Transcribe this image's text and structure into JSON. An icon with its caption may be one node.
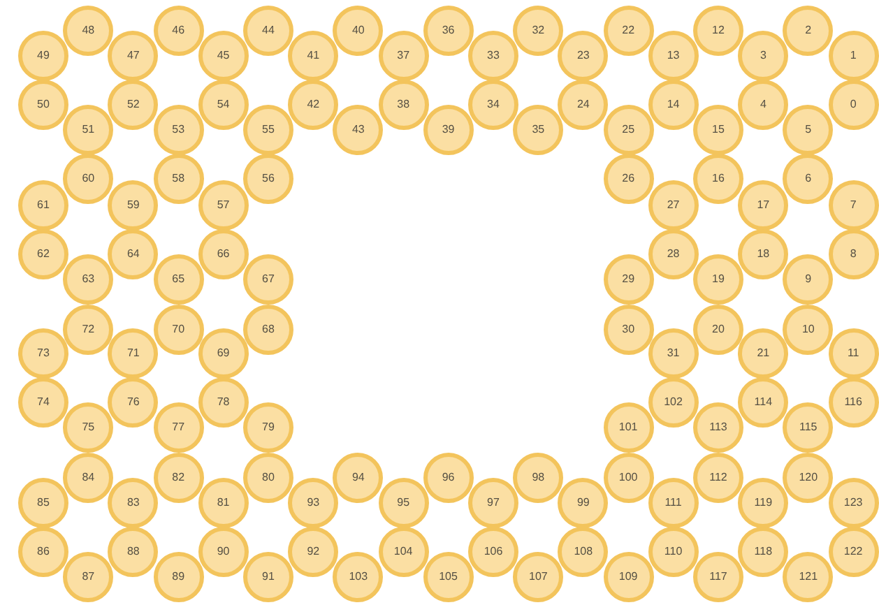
{
  "diagram": {
    "nodes": [
      {
        "text": [
          "0"
        ]
      },
      {
        "text": [
          "1"
        ]
      },
      {
        "text": [
          "2"
        ]
      },
      {
        "text": [
          "3"
        ]
      },
      {
        "text": [
          "4"
        ]
      },
      {
        "text": [
          "5"
        ]
      },
      {
        "text": [
          "6"
        ]
      },
      {
        "text": [
          "7"
        ]
      },
      {
        "text": [
          "8"
        ]
      },
      {
        "text": [
          "9"
        ]
      },
      {
        "text": [
          "10"
        ]
      },
      {
        "text": [
          "11"
        ]
      },
      {
        "text": [
          "12"
        ]
      },
      {
        "text": [
          "13"
        ]
      },
      {
        "text": [
          "14"
        ]
      },
      {
        "text": [
          "15"
        ]
      },
      {
        "text": [
          "16"
        ]
      },
      {
        "text": [
          "17"
        ]
      },
      {
        "text": [
          "18"
        ]
      },
      {
        "text": [
          "19"
        ]
      },
      {
        "text": [
          "20"
        ]
      },
      {
        "text": [
          "21"
        ]
      },
      {
        "text": [
          "22"
        ]
      },
      {
        "text": [
          "23"
        ]
      },
      {
        "text": [
          "24"
        ]
      },
      {
        "text": [
          "25"
        ]
      },
      {
        "text": [
          "26"
        ]
      },
      {
        "text": [
          "27"
        ]
      },
      {
        "text": [
          "28"
        ]
      },
      {
        "text": [
          "29"
        ]
      },
      {
        "text": [
          "30"
        ]
      },
      {
        "text": [
          "31"
        ]
      },
      {
        "text": [
          "32"
        ]
      },
      {
        "text": [
          "33"
        ]
      },
      {
        "text": [
          "34"
        ]
      },
      {
        "text": [
          "35"
        ]
      },
      {
        "text": [
          "36"
        ]
      },
      {
        "text": [
          "37"
        ]
      },
      {
        "text": [
          "38"
        ]
      },
      {
        "text": [
          "39"
        ]
      },
      {
        "text": [
          "40"
        ]
      },
      {
        "text": [
          "41"
        ]
      },
      {
        "text": [
          "42"
        ]
      },
      {
        "text": [
          "43"
        ]
      },
      {
        "text": [
          "44"
        ]
      },
      {
        "text": [
          "45"
        ]
      },
      {
        "text": [
          "46"
        ]
      },
      {
        "text": [
          "47"
        ]
      },
      {
        "text": [
          "48"
        ]
      },
      {
        "text": [
          "49"
        ]
      },
      {
        "text": [
          "50"
        ]
      },
      {
        "text": [
          "51"
        ]
      },
      {
        "text": [
          "52"
        ]
      },
      {
        "text": [
          "53"
        ]
      },
      {
        "text": [
          "54"
        ]
      },
      {
        "text": [
          "55"
        ]
      },
      {
        "text": [
          "56"
        ]
      },
      {
        "text": [
          "57"
        ]
      },
      {
        "text": [
          "58"
        ]
      },
      {
        "text": [
          "59"
        ]
      },
      {
        "text": [
          "60"
        ]
      },
      {
        "text": [
          "61"
        ]
      },
      {
        "text": [
          "62"
        ]
      },
      {
        "text": [
          "63"
        ]
      },
      {
        "text": [
          "64"
        ]
      },
      {
        "text": [
          "65"
        ]
      },
      {
        "text": [
          "66"
        ]
      },
      {
        "text": [
          "67"
        ]
      },
      {
        "text": [
          "68"
        ]
      },
      {
        "text": [
          "69"
        ]
      },
      {
        "text": [
          "70"
        ]
      },
      {
        "text": [
          "71"
        ]
      },
      {
        "text": [
          "72"
        ]
      },
      {
        "text": [
          "73"
        ]
      },
      {
        "text": [
          "74"
        ]
      },
      {
        "text": [
          "75"
        ]
      },
      {
        "text": [
          "76"
        ]
      },
      {
        "text": [
          "77"
        ]
      },
      {
        "text": [
          "78"
        ]
      },
      {
        "text": [
          "79"
        ]
      },
      {
        "text": [
          "80"
        ]
      },
      {
        "text": [
          "81"
        ]
      },
      {
        "text": [
          "82"
        ]
      },
      {
        "text": [
          "83"
        ]
      },
      {
        "text": [
          "84"
        ]
      },
      {
        "text": [
          "85"
        ]
      },
      {
        "text": [
          "86"
        ]
      },
      {
        "text": [
          "87"
        ]
      },
      {
        "text": [
          "88"
        ]
      },
      {
        "text": [
          "89"
        ]
      },
      {
        "text": [
          "90"
        ]
      },
      {
        "text": [
          "91"
        ]
      },
      {
        "text": [
          "92"
        ]
      },
      {
        "text": [
          "93"
        ]
      },
      {
        "text": [
          "94"
        ]
      },
      {
        "text": [
          "95"
        ]
      },
      {
        "text": [
          "96"
        ]
      },
      {
        "text": [
          "97"
        ]
      },
      {
        "text": [
          "98"
        ]
      },
      {
        "text": [
          "99"
        ]
      },
      {
        "text": [
          "100"
        ]
      },
      {
        "text": [
          "101"
        ]
      },
      {
        "text": [
          "102"
        ]
      },
      {
        "text": [
          "103"
        ]
      },
      {
        "text": [
          "104"
        ]
      },
      {
        "text": [
          "105"
        ]
      },
      {
        "text": [
          "106"
        ]
      },
      {
        "text": [
          "107"
        ]
      },
      {
        "text": [
          "108"
        ]
      },
      {
        "text": [
          "109"
        ]
      },
      {
        "text": [
          "110"
        ]
      },
      {
        "text": [
          "111"
        ]
      },
      {
        "text": [
          "112"
        ]
      },
      {
        "text": [
          "113"
        ]
      },
      {
        "text": [
          "114"
        ]
      },
      {
        "text": [
          "115"
        ]
      },
      {
        "text": [
          "116"
        ]
      },
      {
        "text": [
          "117"
        ]
      },
      {
        "text": [
          "118"
        ]
      },
      {
        "text": [
          "119"
        ]
      },
      {
        "text": [
          "120"
        ]
      },
      {
        "text": [
          "121"
        ]
      },
      {
        "text": [
          "122"
        ]
      },
      {
        "text": [
          "123"
        ]
      }
    ]
  }
}
